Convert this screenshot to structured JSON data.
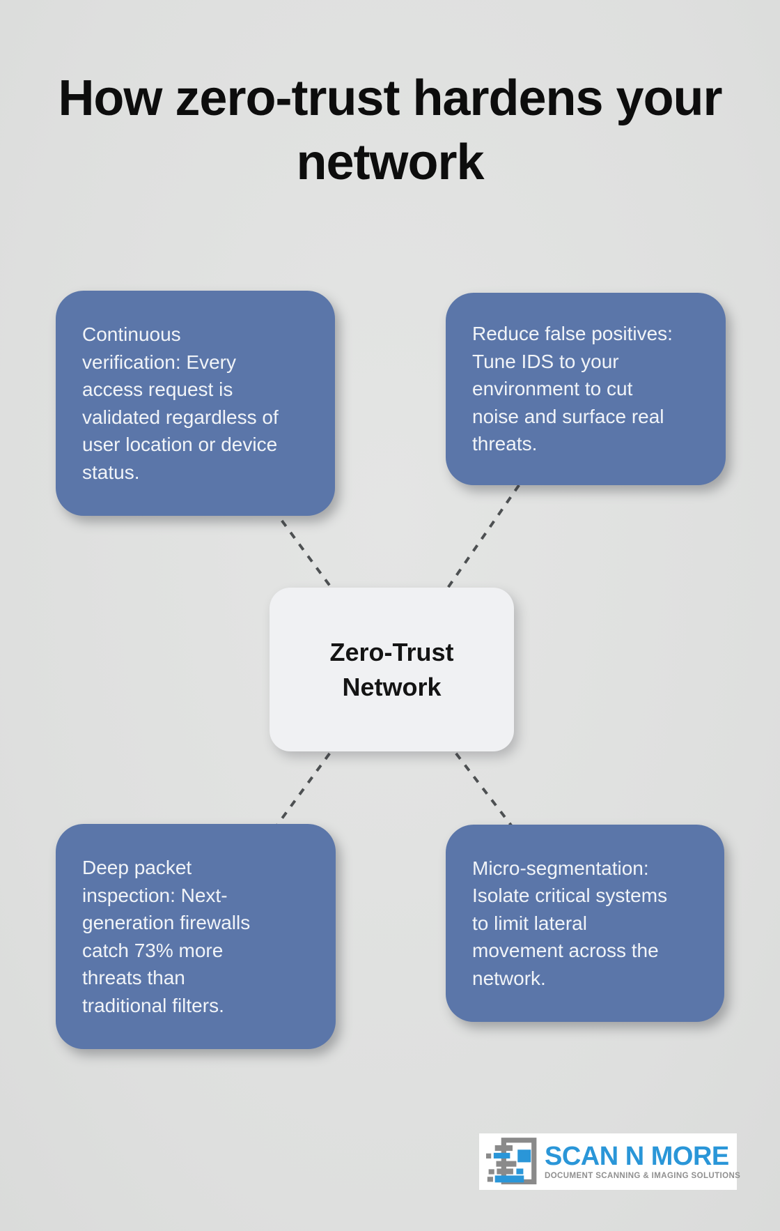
{
  "title": "How zero-trust hardens your\nnetwork",
  "center": {
    "label": "Zero-Trust\nNetwork"
  },
  "cards": [
    {
      "position": "top-left",
      "text": "Continuous\nverification: Every\naccess request is\nvalidated regardless of\nuser location or device\nstatus."
    },
    {
      "position": "top-right",
      "text": "Reduce false positives:\nTune IDS to your\nenvironment to cut\nnoise and surface real\nthreats."
    },
    {
      "position": "bottom-left",
      "text": "Deep packet\ninspection: Next-\ngeneration firewalls\ncatch 73% more\nthreats than\ntraditional filters."
    },
    {
      "position": "bottom-right",
      "text": "Micro-segmentation:\nIsolate critical systems\nto limit lateral\nmovement across the\nnetwork."
    }
  ],
  "footer_logo": {
    "brand": "SCAN N MORE",
    "tagline": "DOCUMENT SCANNING & IMAGING SOLUTIONS"
  },
  "colors": {
    "background": "#e0e1e0",
    "card_fill": "#5b76a9",
    "card_text": "#f1f4f8",
    "center_fill": "#f0f1f3",
    "center_text": "#141414",
    "connector": "#4d5052",
    "title_text": "#0d0d0d",
    "logo_blue": "#2a96d8",
    "logo_gray": "#8a8a8a"
  }
}
